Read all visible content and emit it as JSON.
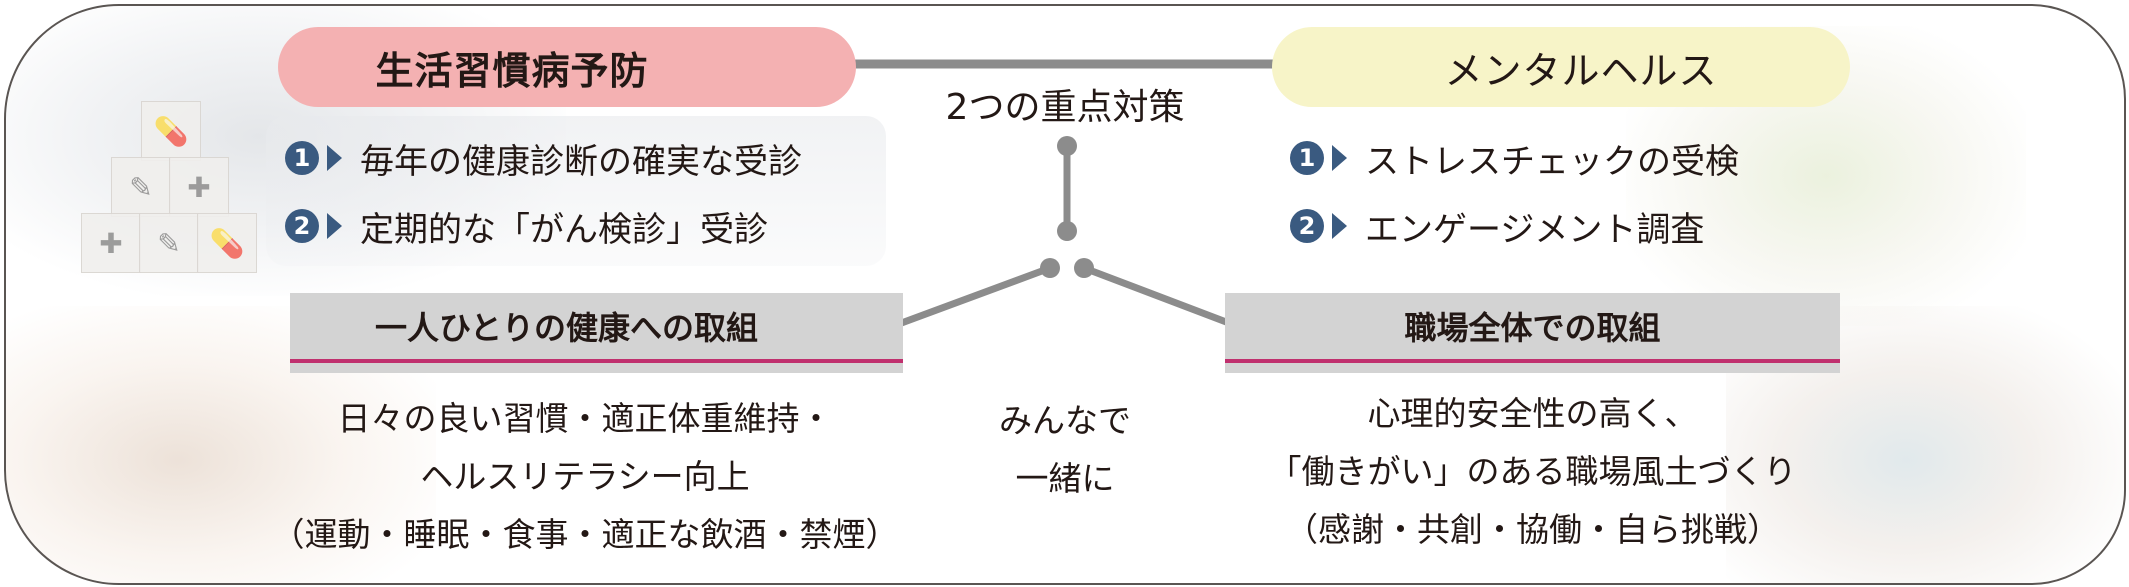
{
  "center": {
    "title": "2つの重点対策",
    "together": [
      "みんなで",
      "一緒に"
    ]
  },
  "lifestyle": {
    "title": "生活習慣病予防",
    "color": "#f4b1b2",
    "items": [
      {
        "num": "1",
        "text": "毎年の健康診断の確実な受診"
      },
      {
        "num": "2",
        "text": "定期的な「がん検診」受診"
      }
    ]
  },
  "mental": {
    "title": "メンタルヘルス",
    "color": "#f7f4c8",
    "items": [
      {
        "num": "1",
        "text": "ストレスチェックの受検"
      },
      {
        "num": "2",
        "text": "エンゲージメント調査"
      }
    ]
  },
  "individual": {
    "title": "一人ひとりの健康への取組",
    "lines": [
      "日々の良い習慣・適正体重維持・",
      "ヘルスリテラシー向上",
      "（運動・睡眠・食事・適正な飲酒・禁煙）"
    ]
  },
  "workplace": {
    "title": "職場全体での取組",
    "lines": [
      "心理的安全性の高く、",
      "「働きがい」のある職場風土づくり",
      "（感謝・共創・協働・自ら挑戦）"
    ]
  },
  "colors": {
    "number_badge": "#3a5a80",
    "connector": "#8c8c8c",
    "accent_line": "#c0306e",
    "subbox_bg": "#d3d3d3",
    "frame_border": "#5a5552"
  },
  "icons": {
    "bullet_number": "filled-circle-number",
    "bullet_arrow": "right-triangle"
  }
}
